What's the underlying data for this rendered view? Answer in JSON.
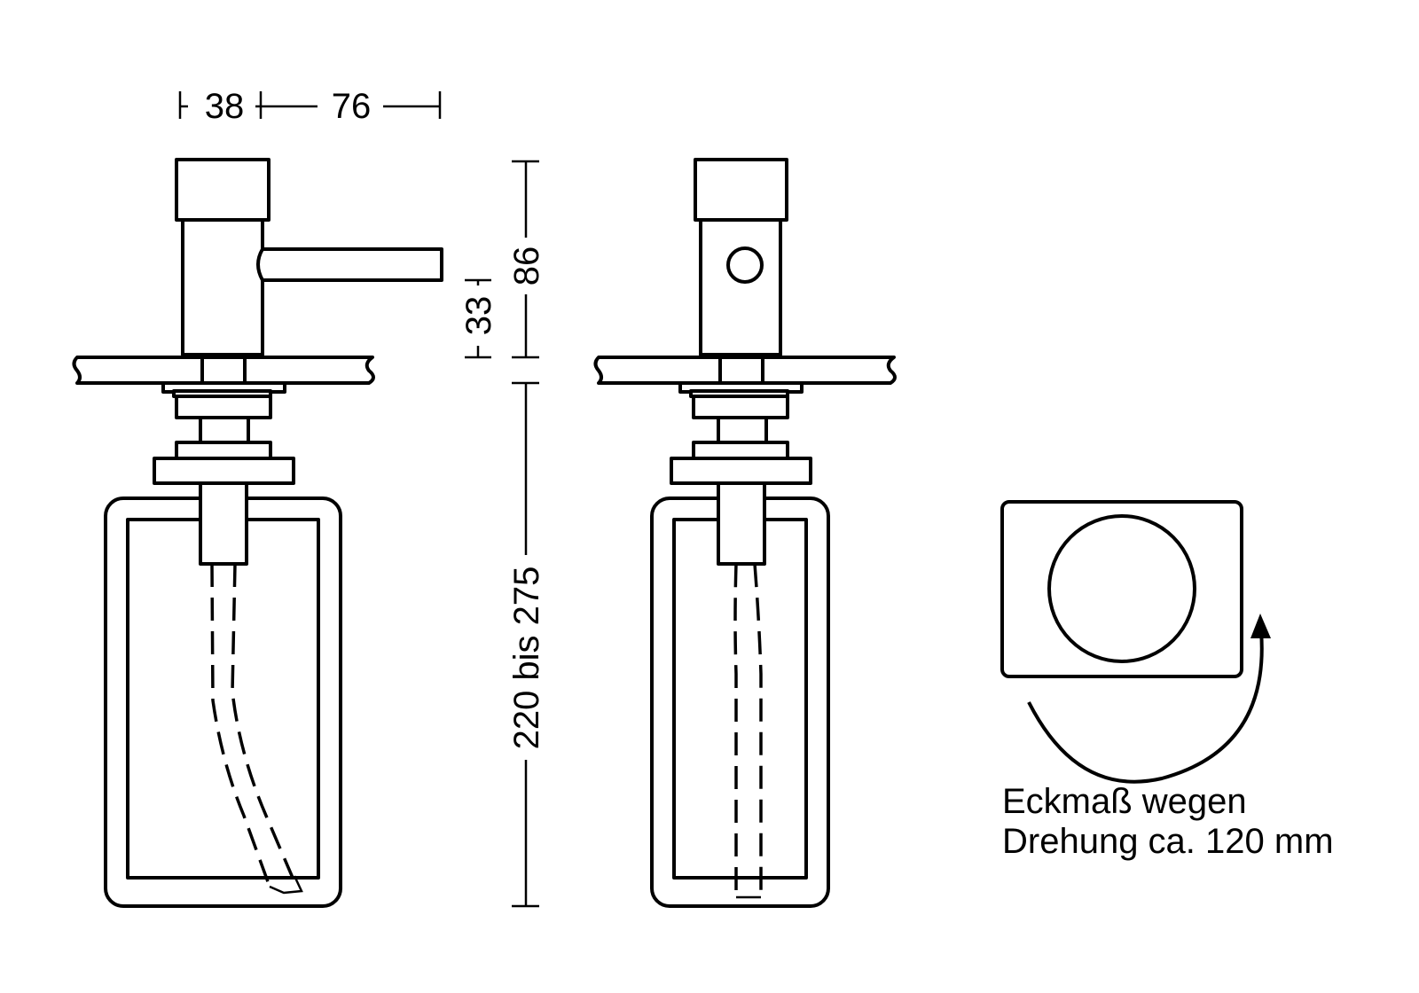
{
  "dimensions": {
    "width_body": "38",
    "width_spout": "76",
    "height_top": "86",
    "height_spout": "33",
    "height_bottle": "220 bis 275"
  },
  "note": {
    "line1": "Eckmaß wegen",
    "line2": "Drehung ca. 120 mm"
  }
}
